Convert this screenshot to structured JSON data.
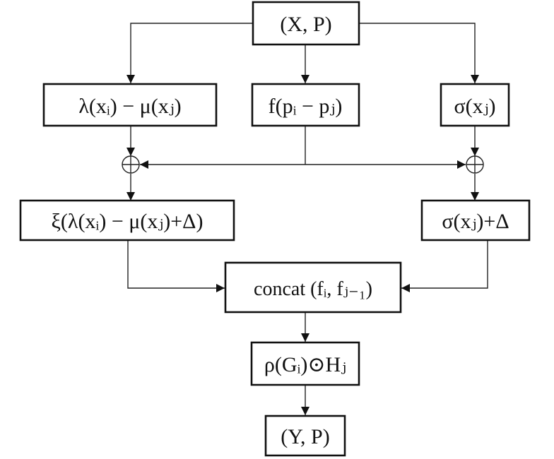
{
  "nodes": {
    "input": "(X, P)",
    "left_top": "λ(xᵢ) − μ(xⱼ)",
    "center_top": "f(pᵢ − pⱼ)",
    "right_top": "σ(xⱼ)",
    "left_mid": "ξ(λ(xᵢ) − μ(xⱼ)+Δ)",
    "right_mid": "σ(xⱼ)+Δ",
    "concat": "concat (fᵢ, fⱼ₋₁)",
    "gate": "ρ(Gᵢ)⊙Hⱼ",
    "output": "(Y, P)"
  },
  "operators": {
    "add_symbol": "⊕"
  }
}
